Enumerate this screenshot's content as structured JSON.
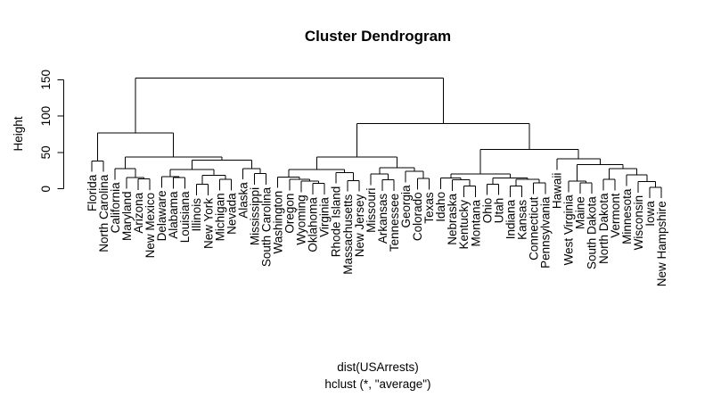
{
  "title": "Cluster Dendrogram",
  "y_axis": {
    "label": "Height",
    "ticks": [
      0,
      50,
      100,
      150
    ]
  },
  "footer": {
    "line1": "dist(USArrests)",
    "line2": "hclust (*, \"average\")"
  },
  "colors": {
    "line": "#000000",
    "background": "#ffffff",
    "text": "#000000"
  },
  "chart_data": {
    "type": "dendrogram",
    "title": "Cluster Dendrogram",
    "ylabel": "Height",
    "xlabel_lines": [
      "dist(USArrests)",
      "hclust (*, \"average\")"
    ],
    "ylim": [
      0,
      150
    ],
    "yticks": [
      0,
      50,
      100,
      150
    ],
    "grid": false,
    "hang": 15.2,
    "leaf_order": [
      "Florida",
      "North Carolina",
      "California",
      "Maryland",
      "Arizona",
      "New Mexico",
      "Delaware",
      "Alabama",
      "Louisiana",
      "Illinois",
      "New York",
      "Michigan",
      "Nevada",
      "Alaska",
      "Mississippi",
      "South Carolina",
      "Washington",
      "Oregon",
      "Wyoming",
      "Oklahoma",
      "Virginia",
      "Rhode Island",
      "Massachusetts",
      "New Jersey",
      "Missouri",
      "Arkansas",
      "Tennessee",
      "Georgia",
      "Colorado",
      "Texas",
      "Idaho",
      "Nebraska",
      "Kentucky",
      "Montana",
      "Ohio",
      "Utah",
      "Indiana",
      "Kansas",
      "Connecticut",
      "Pennsylvania",
      "Hawaii",
      "West Virginia",
      "Maine",
      "South Dakota",
      "North Dakota",
      "Vermont",
      "Minnesota",
      "Wisconsin",
      "Iowa",
      "New Hampshire"
    ],
    "tree": {
      "h": 152,
      "c": [
        {
          "h": 77,
          "c": [
            {
              "h": 38.5,
              "c": [
                "Florida",
                "North Carolina"
              ]
            },
            {
              "h": 43.5,
              "c": [
                {
                  "h": 28,
                  "c": [
                    "California",
                    {
                      "h": 15.4,
                      "c": [
                        "Maryland",
                        {
                          "h": 13.9,
                          "c": [
                            "Arizona",
                            "New Mexico"
                          ]
                        }
                      ]
                    }
                  ]
                },
                {
                  "h": 39.4,
                  "c": [
                    {
                      "h": 26.4,
                      "c": [
                        {
                          "h": 16.9,
                          "c": [
                            "Delaware",
                            {
                              "h": 15.4,
                              "c": [
                                "Alabama",
                                "Louisiana"
                              ]
                            }
                          ]
                        },
                        {
                          "h": 18.4,
                          "c": [
                            {
                              "h": 6.2,
                              "c": [
                                "Illinois",
                                "New York"
                              ]
                            },
                            {
                              "h": 13.3,
                              "c": [
                                "Michigan",
                                "Nevada"
                              ]
                            }
                          ]
                        }
                      ]
                    },
                    {
                      "h": 28.1,
                      "c": [
                        "Alaska",
                        {
                          "h": 21.2,
                          "c": [
                            "Mississippi",
                            "South Carolina"
                          ]
                        }
                      ]
                    }
                  ]
                }
              ]
            }
          ]
        },
        {
          "h": 89.5,
          "c": [
            {
              "h": 44,
              "c": [
                {
                  "h": 26.7,
                  "c": [
                    {
                      "h": 16.4,
                      "c": [
                        "Washington",
                        {
                          "h": 12.9,
                          "c": [
                            "Oregon",
                            {
                              "h": 10.7,
                              "c": [
                                "Wyoming",
                                {
                                  "h": 7.4,
                                  "c": [
                                    "Oklahoma",
                                    "Virginia"
                                  ]
                                }
                              ]
                            }
                          ]
                        }
                      ]
                    },
                    {
                      "h": 22.6,
                      "c": [
                        "Rhode Island",
                        {
                          "h": 11.5,
                          "c": [
                            "Massachusetts",
                            "New Jersey"
                          ]
                        }
                      ]
                    }
                  ]
                },
                {
                  "h": 29,
                  "c": [
                    {
                      "h": 20.2,
                      "c": [
                        "Missouri",
                        {
                          "h": 12.6,
                          "c": [
                            "Arkansas",
                            "Tennessee"
                          ]
                        }
                      ]
                    },
                    {
                      "h": 24,
                      "c": [
                        "Georgia",
                        {
                          "h": 14.5,
                          "c": [
                            "Colorado",
                            "Texas"
                          ]
                        }
                      ]
                    }
                  ]
                }
              ]
            },
            {
              "h": 54,
              "c": [
                {
                  "h": 20.6,
                  "c": [
                    {
                      "h": 15,
                      "c": [
                        "Idaho",
                        {
                          "h": 12.4,
                          "c": [
                            "Nebraska",
                            {
                              "h": 3.8,
                              "c": [
                                "Kentucky",
                                "Montana"
                              ]
                            }
                          ]
                        }
                      ]
                    },
                    {
                      "h": 15.1,
                      "c": [
                        {
                          "h": 6.6,
                          "c": [
                            "Ohio",
                            "Utah"
                          ]
                        },
                        {
                          "h": 13.4,
                          "c": [
                            {
                              "h": 3.9,
                              "c": [
                                "Indiana",
                                "Kansas"
                              ]
                            },
                            {
                              "h": 8,
                              "c": [
                                "Connecticut",
                                "Pennsylvania"
                              ]
                            }
                          ]
                        }
                      ]
                    }
                  ]
                },
                {
                  "h": 41.1,
                  "c": [
                    "Hawaii",
                    {
                      "h": 33.1,
                      "c": [
                        {
                          "h": 10.8,
                          "c": [
                            "West Virginia",
                            {
                              "h": 8.5,
                              "c": [
                                "Maine",
                                "South Dakota"
                              ]
                            }
                          ]
                        },
                        {
                          "h": 27.8,
                          "c": [
                            {
                              "h": 13,
                              "c": [
                                "North Dakota",
                                "Vermont"
                              ]
                            },
                            {
                              "h": 19,
                              "c": [
                                "Minnesota",
                                {
                                  "h": 10.2,
                                  "c": [
                                    "Wisconsin",
                                    {
                                      "h": 2.3,
                                      "c": [
                                        "Iowa",
                                        "New Hampshire"
                                      ]
                                    }
                                  ]
                                }
                              ]
                            }
                          ]
                        }
                      ]
                    }
                  ]
                }
              ]
            }
          ]
        }
      ]
    }
  }
}
